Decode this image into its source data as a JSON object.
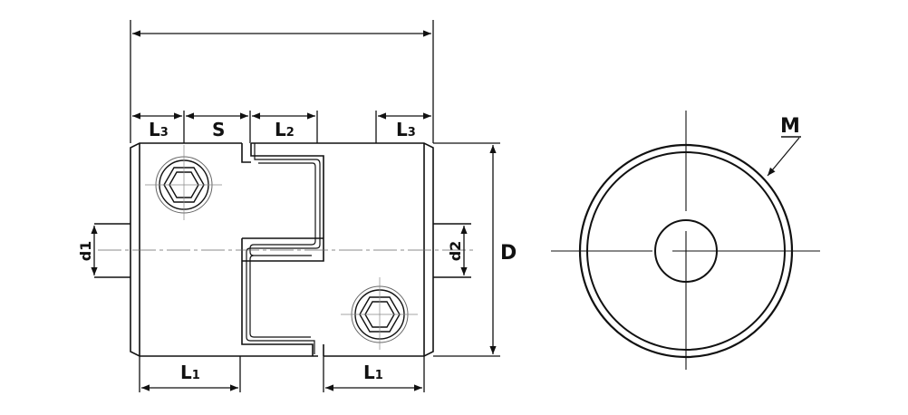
{
  "title": "Jaw coupling dimension drawing",
  "labels": {
    "l3_left": "L",
    "l3_right": "L",
    "l3_sub": "3",
    "s": "S",
    "l2": "L",
    "l2_sub": "2",
    "l1_left": "L",
    "l1_right": "L",
    "l1_sub": "1",
    "d1": "d1",
    "d2": "d2",
    "D": "D",
    "M": "M"
  },
  "colors": {
    "line": "#111111",
    "thin": "#555555",
    "background": "#ffffff"
  }
}
